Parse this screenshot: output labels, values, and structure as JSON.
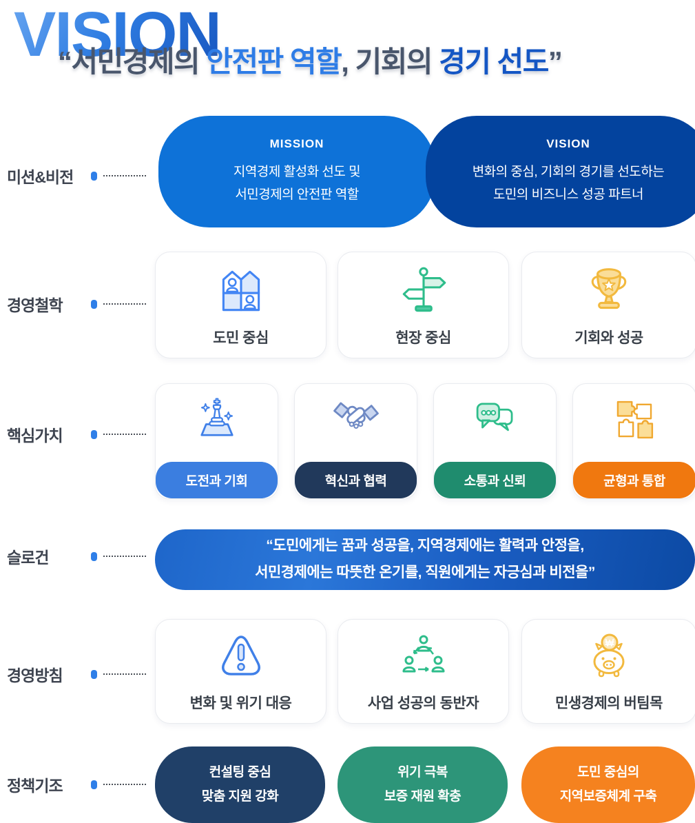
{
  "header": {
    "title": "VISION",
    "quote_open": "“",
    "quote_part1": "서민경제의 ",
    "quote_part2": "안전판 역할",
    "quote_part3": ", 기회의 ",
    "quote_part4": "경기 선도",
    "quote_close": "”",
    "quote_colors": {
      "dark": "#49566C",
      "blue": "#2E7CE6",
      "deep_blue": "#1456C4"
    }
  },
  "row_labels": {
    "mission_vision": "미션&비전",
    "philosophy": "경영철학",
    "core_values": "핵심가치",
    "slogan": "슬로건",
    "policy": "경영방침",
    "stance": "정책기조",
    "dot_color": "#2F7FE8"
  },
  "mission_vision": {
    "mission": {
      "title": "MISSION",
      "line1": "지역경제 활성화 선도 및",
      "line2": "서민경제의 안전판 역할",
      "color": "#0E72D8"
    },
    "vision": {
      "title": "VISION",
      "line1": "변화의 중심, 기회의 경기를 선도하는",
      "line2": "도민의 비즈니스 성공 파트너",
      "color": "#03439E"
    }
  },
  "philosophy": {
    "cards": [
      {
        "icon": "houses-icon",
        "label": "도민 중심"
      },
      {
        "icon": "signpost-icon",
        "label": "현장 중심"
      },
      {
        "icon": "trophy-icon",
        "label": "기회와 성공"
      }
    ]
  },
  "core_values": {
    "cards": [
      {
        "icon": "chess-piece-icon",
        "label": "도전과 기회",
        "color": "#3B7EE0"
      },
      {
        "icon": "handshake-icon",
        "label": "혁신과 협력",
        "color": "#21395B"
      },
      {
        "icon": "chat-bubbles-icon",
        "label": "소통과 신뢰",
        "color": "#1F8C6E"
      },
      {
        "icon": "puzzle-icon",
        "label": "균형과 통합",
        "color": "#F0780F"
      }
    ]
  },
  "slogan": {
    "line1": "“도민에게는 꿈과 성공을, 지역경제에는 활력과 안정을,",
    "line2": "서민경제에는 따뜻한 온기를, 직원에게는 자긍심과 비전을”",
    "gradient": [
      "#2B77D9",
      "#0C4AA4"
    ]
  },
  "policy": {
    "cards": [
      {
        "icon": "warning-icon",
        "label": "변화 및 위기 대응"
      },
      {
        "icon": "people-cycle-icon",
        "label": "사업 성공의 동반자"
      },
      {
        "icon": "piggy-bank-icon",
        "label": "민생경제의 버팀목"
      }
    ]
  },
  "stance": {
    "pills": [
      {
        "line1": "컨설팅 중심",
        "line2": "맞춤 지원 강화",
        "color": "#204068"
      },
      {
        "line1": "위기 극복",
        "line2": "보증 재원 확충",
        "color": "#2D9579"
      },
      {
        "line1": "도민 중심의",
        "line2": "지역보증체계 구축",
        "color": "#F5821F"
      }
    ]
  }
}
